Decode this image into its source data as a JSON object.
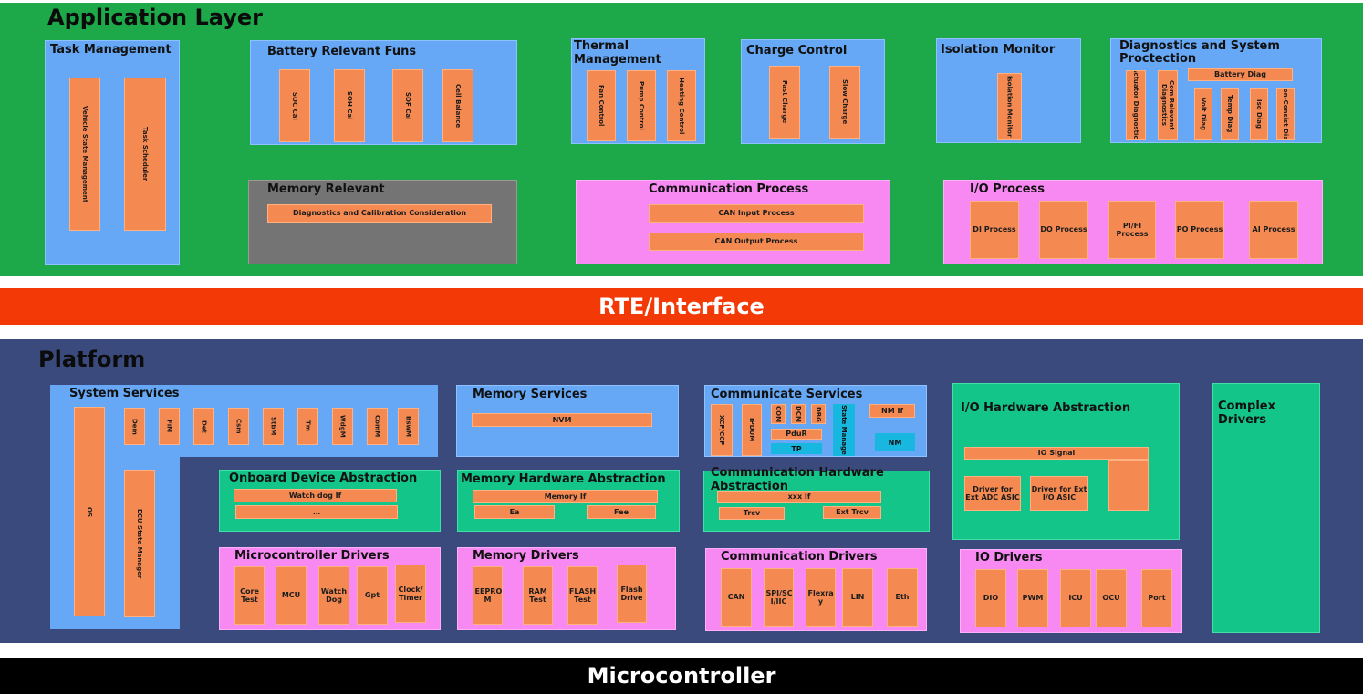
{
  "application_layer": {
    "title": "Application Layer",
    "task_management": {
      "title": "Task Management",
      "items": [
        "Vehicle State Management",
        "Task Scheduler"
      ]
    },
    "battery_relevant": {
      "title": "Battery Relevant Funs",
      "items": [
        "SOC Cal",
        "SOH Cal",
        "SOF Cal",
        "Cell Balance"
      ]
    },
    "thermal": {
      "title_line1": "Thermal",
      "title_line2": "Management",
      "items": [
        "Fan Control",
        "Pump Control",
        "Heating Control"
      ]
    },
    "charge_control": {
      "title": "Charge Control",
      "items": [
        "Fast Charge",
        "Slow Charge"
      ]
    },
    "isolation_monitor": {
      "title": "Isolation Monitor",
      "items": [
        "Isolation Monitor"
      ]
    },
    "diagnostics": {
      "title_line1": "Diagnostics and System",
      "title_line2": "Proctection",
      "battery_diag": "Battery Diag",
      "items": [
        "Actuator Diagnostics",
        "Com Relevant Diagnostics",
        "Volt Diag",
        "Temp Diag",
        "Iso Diag",
        "Non-Consist Diag"
      ]
    },
    "memory_relevant": {
      "title": "Memory Relevant",
      "items": [
        "Diagnostics and Calibration Consideration"
      ]
    },
    "communication_process": {
      "title": "Communication Process",
      "items": [
        "CAN Input Process",
        "CAN Output Process"
      ]
    },
    "io_process": {
      "title": "I/O Process",
      "items": [
        "DI Process",
        "DO Process",
        "PI/FI Process",
        "PO Process",
        "AI Process"
      ]
    }
  },
  "rte": {
    "title": "RTE/Interface"
  },
  "platform": {
    "title": "Platform",
    "system_services": {
      "title": "System Services",
      "items": [
        "Dem",
        "FiM",
        "Det",
        "Csm",
        "StbM",
        "Tm",
        "WdgM",
        "ComM",
        "BswM"
      ],
      "os": "OS",
      "ecu_state": "ECU State Manager"
    },
    "memory_services": {
      "title": "Memory Services",
      "items": [
        "NVM"
      ]
    },
    "communicate_services": {
      "title": "Communicate Services",
      "xcp": "XCP/CCP",
      "ipdum": "IPDUM",
      "com": "COM",
      "dcm": "DCM",
      "dbg": "DBG",
      "state_manage": "State Manage",
      "nm_if": "NM If",
      "nm": "NM",
      "pdur": "PduR",
      "tp": "TP"
    },
    "io_hw_abstraction": {
      "title": "I/O Hardware Abstraction",
      "io_signal": "IO Signal",
      "items": [
        "Driver for Ext ADC ASIC",
        "Driver for Ext I/O ASIC"
      ]
    },
    "complex_drivers": {
      "title_line1": "Complex",
      "title_line2": "Drivers"
    },
    "onboard_device": {
      "title": "Onboard Device Abstraction",
      "items": [
        "Watch dog If",
        "…"
      ]
    },
    "memory_hw_abstraction": {
      "title": "Memory Hardware Abstraction",
      "memory_if": "Memory If",
      "ea": "Ea",
      "fee": "Fee"
    },
    "comm_hw_abstraction": {
      "title_line1": "Communication Hardware",
      "title_line2": "Abstraction",
      "xxx_if": "xxx If",
      "trcv": "Trcv",
      "ext_trcv": "Ext Trcv"
    },
    "microcontroller_drivers": {
      "title": "Microcontroller Drivers",
      "items": [
        "Core Test",
        "MCU",
        "Watch Dog",
        "Gpt",
        "Clock/ Timer"
      ]
    },
    "memory_drivers": {
      "title": "Memory Drivers",
      "items": [
        "EEPRO M",
        "RAM Test",
        "FLASH Test",
        "Flash Drive"
      ]
    },
    "communication_drivers": {
      "title": "Communication Drivers",
      "items": [
        "CAN",
        "SPI/SC I/IIC",
        "Flexra y",
        "LIN",
        "Eth"
      ]
    },
    "io_drivers": {
      "title": "IO Drivers",
      "items": [
        "DIO",
        "PWM",
        "ICU",
        "OCU",
        "Port"
      ]
    }
  },
  "microcontroller": {
    "title": "Microcontroller"
  },
  "colors": {
    "application": "#1da84a",
    "rte": "#f33a06",
    "platform": "#3b4a7c",
    "microcontroller": "#000000",
    "module": "#f48a52"
  }
}
